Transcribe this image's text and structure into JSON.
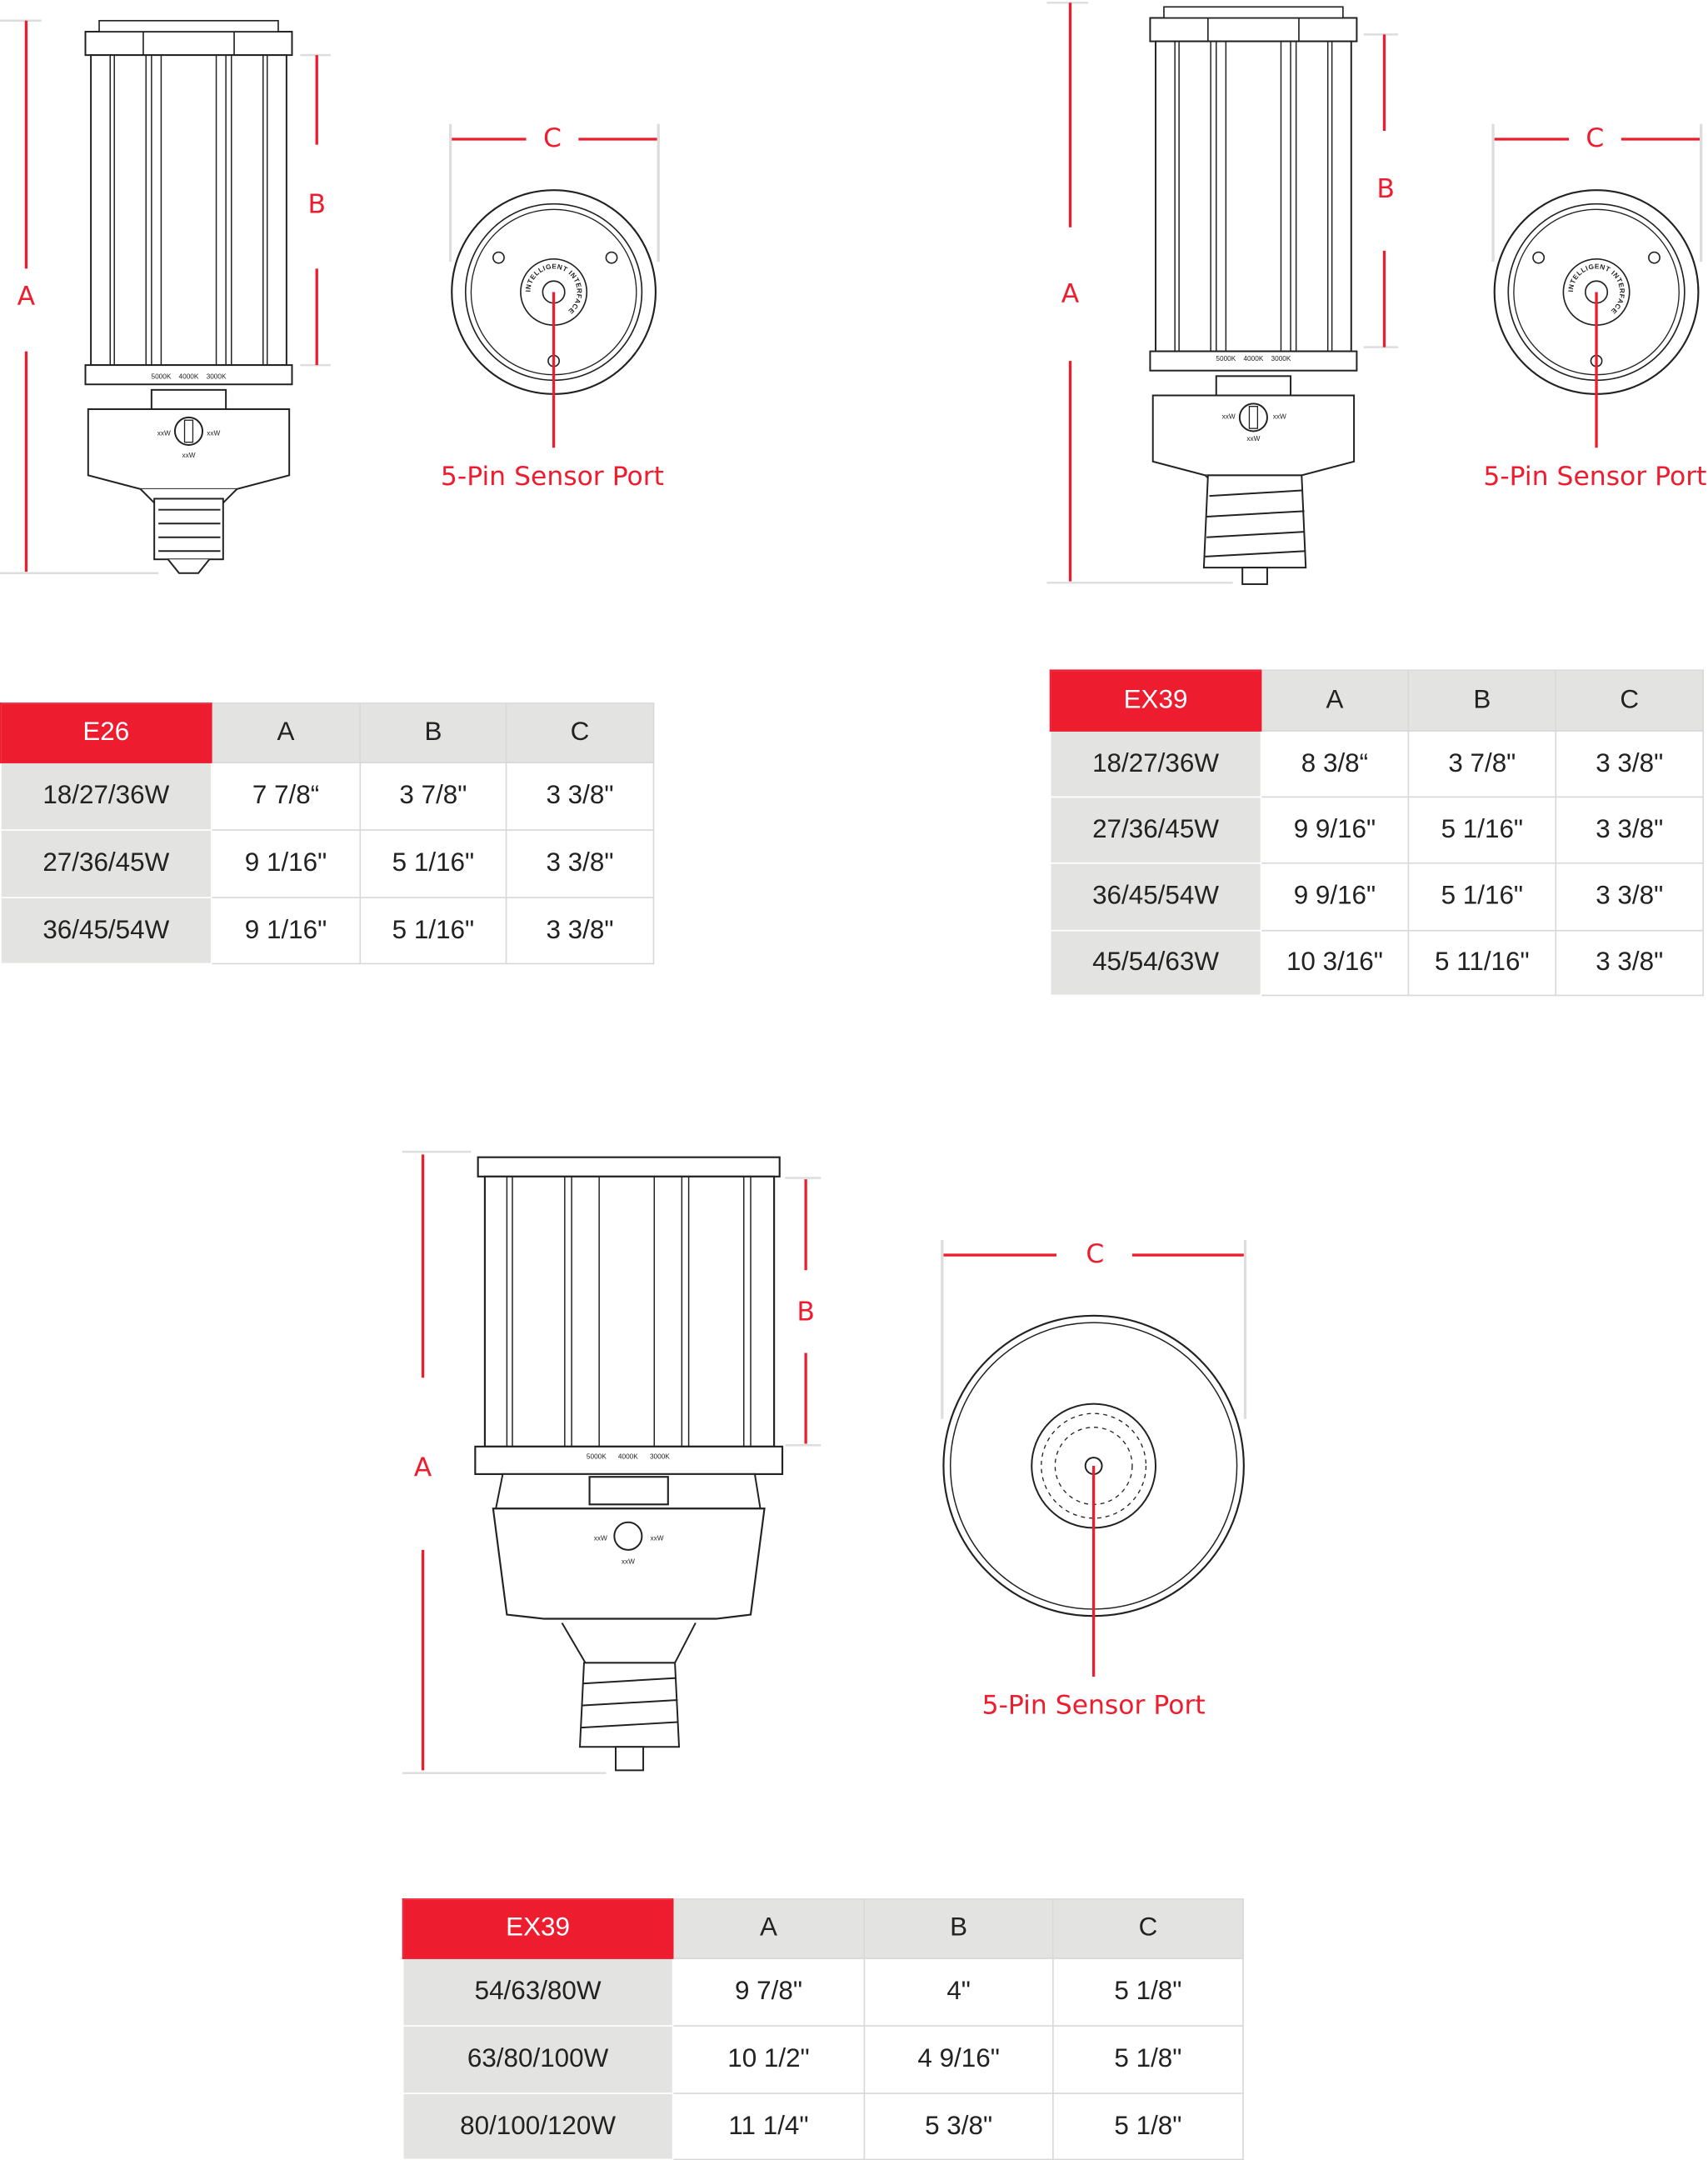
{
  "colors": {
    "accent": "#ed1c2e",
    "header_gray": "#e3e3e2",
    "line": "#222222"
  },
  "dimension_labels": {
    "a": "A",
    "b": "B",
    "c": "C"
  },
  "sensor_port_label": "5-Pin Sensor Port",
  "lamp_markings": {
    "cct_5000": "5000K",
    "cct_4000": "4000K",
    "cct_3000": "3000K",
    "watt": "xxW",
    "sensor_ring": "INTELLIGENT INTERFACE"
  },
  "tables": [
    {
      "base": "E26",
      "columns": [
        "A",
        "B",
        "C"
      ],
      "rows": [
        {
          "wattage": "18/27/36W",
          "a": "7 7/8“",
          "b": "3 7/8\"",
          "c": "3 3/8\""
        },
        {
          "wattage": "27/36/45W",
          "a": "9 1/16\"",
          "b": "5 1/16\"",
          "c": "3 3/8\""
        },
        {
          "wattage": "36/45/54W",
          "a": "9 1/16\"",
          "b": "5 1/16\"",
          "c": "3 3/8\""
        }
      ]
    },
    {
      "base": "EX39",
      "columns": [
        "A",
        "B",
        "C"
      ],
      "rows": [
        {
          "wattage": "18/27/36W",
          "a": "8 3/8“",
          "b": "3 7/8\"",
          "c": "3 3/8\""
        },
        {
          "wattage": "27/36/45W",
          "a": "9 9/16\"",
          "b": "5 1/16\"",
          "c": "3 3/8\""
        },
        {
          "wattage": "36/45/54W",
          "a": "9 9/16\"",
          "b": "5 1/16\"",
          "c": "3 3/8\""
        },
        {
          "wattage": "45/54/63W",
          "a": "10 3/16\"",
          "b": "5 11/16\"",
          "c": "3 3/8\""
        }
      ]
    },
    {
      "base": "EX39",
      "columns": [
        "A",
        "B",
        "C"
      ],
      "rows": [
        {
          "wattage": "54/63/80W",
          "a": "9 7/8\"",
          "b": "4\"",
          "c": "5 1/8\""
        },
        {
          "wattage": "63/80/100W",
          "a": "10 1/2\"",
          "b": "4 9/16\"",
          "c": "5 1/8\""
        },
        {
          "wattage": "80/100/120W",
          "a": "11 1/4\"",
          "b": "5 3/8\"",
          "c": "5 1/8\""
        }
      ]
    }
  ]
}
